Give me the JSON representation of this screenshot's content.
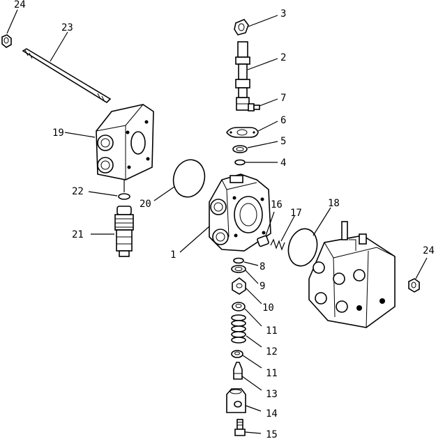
{
  "labels": {
    "l24a": "24",
    "l23": "23",
    "l3": "3",
    "l2": "2",
    "l7": "7",
    "l19": "19",
    "l6": "6",
    "l5": "5",
    "l4": "4",
    "l22": "22",
    "l20": "20",
    "l18": "18",
    "l16": "16",
    "l17": "17",
    "l21": "21",
    "l1": "1",
    "l8": "8",
    "l24b": "24",
    "l9": "9",
    "l10": "10",
    "l11a": "11",
    "l12": "12",
    "l11b": "11",
    "l13": "13",
    "l14": "14",
    "l15": "15"
  }
}
